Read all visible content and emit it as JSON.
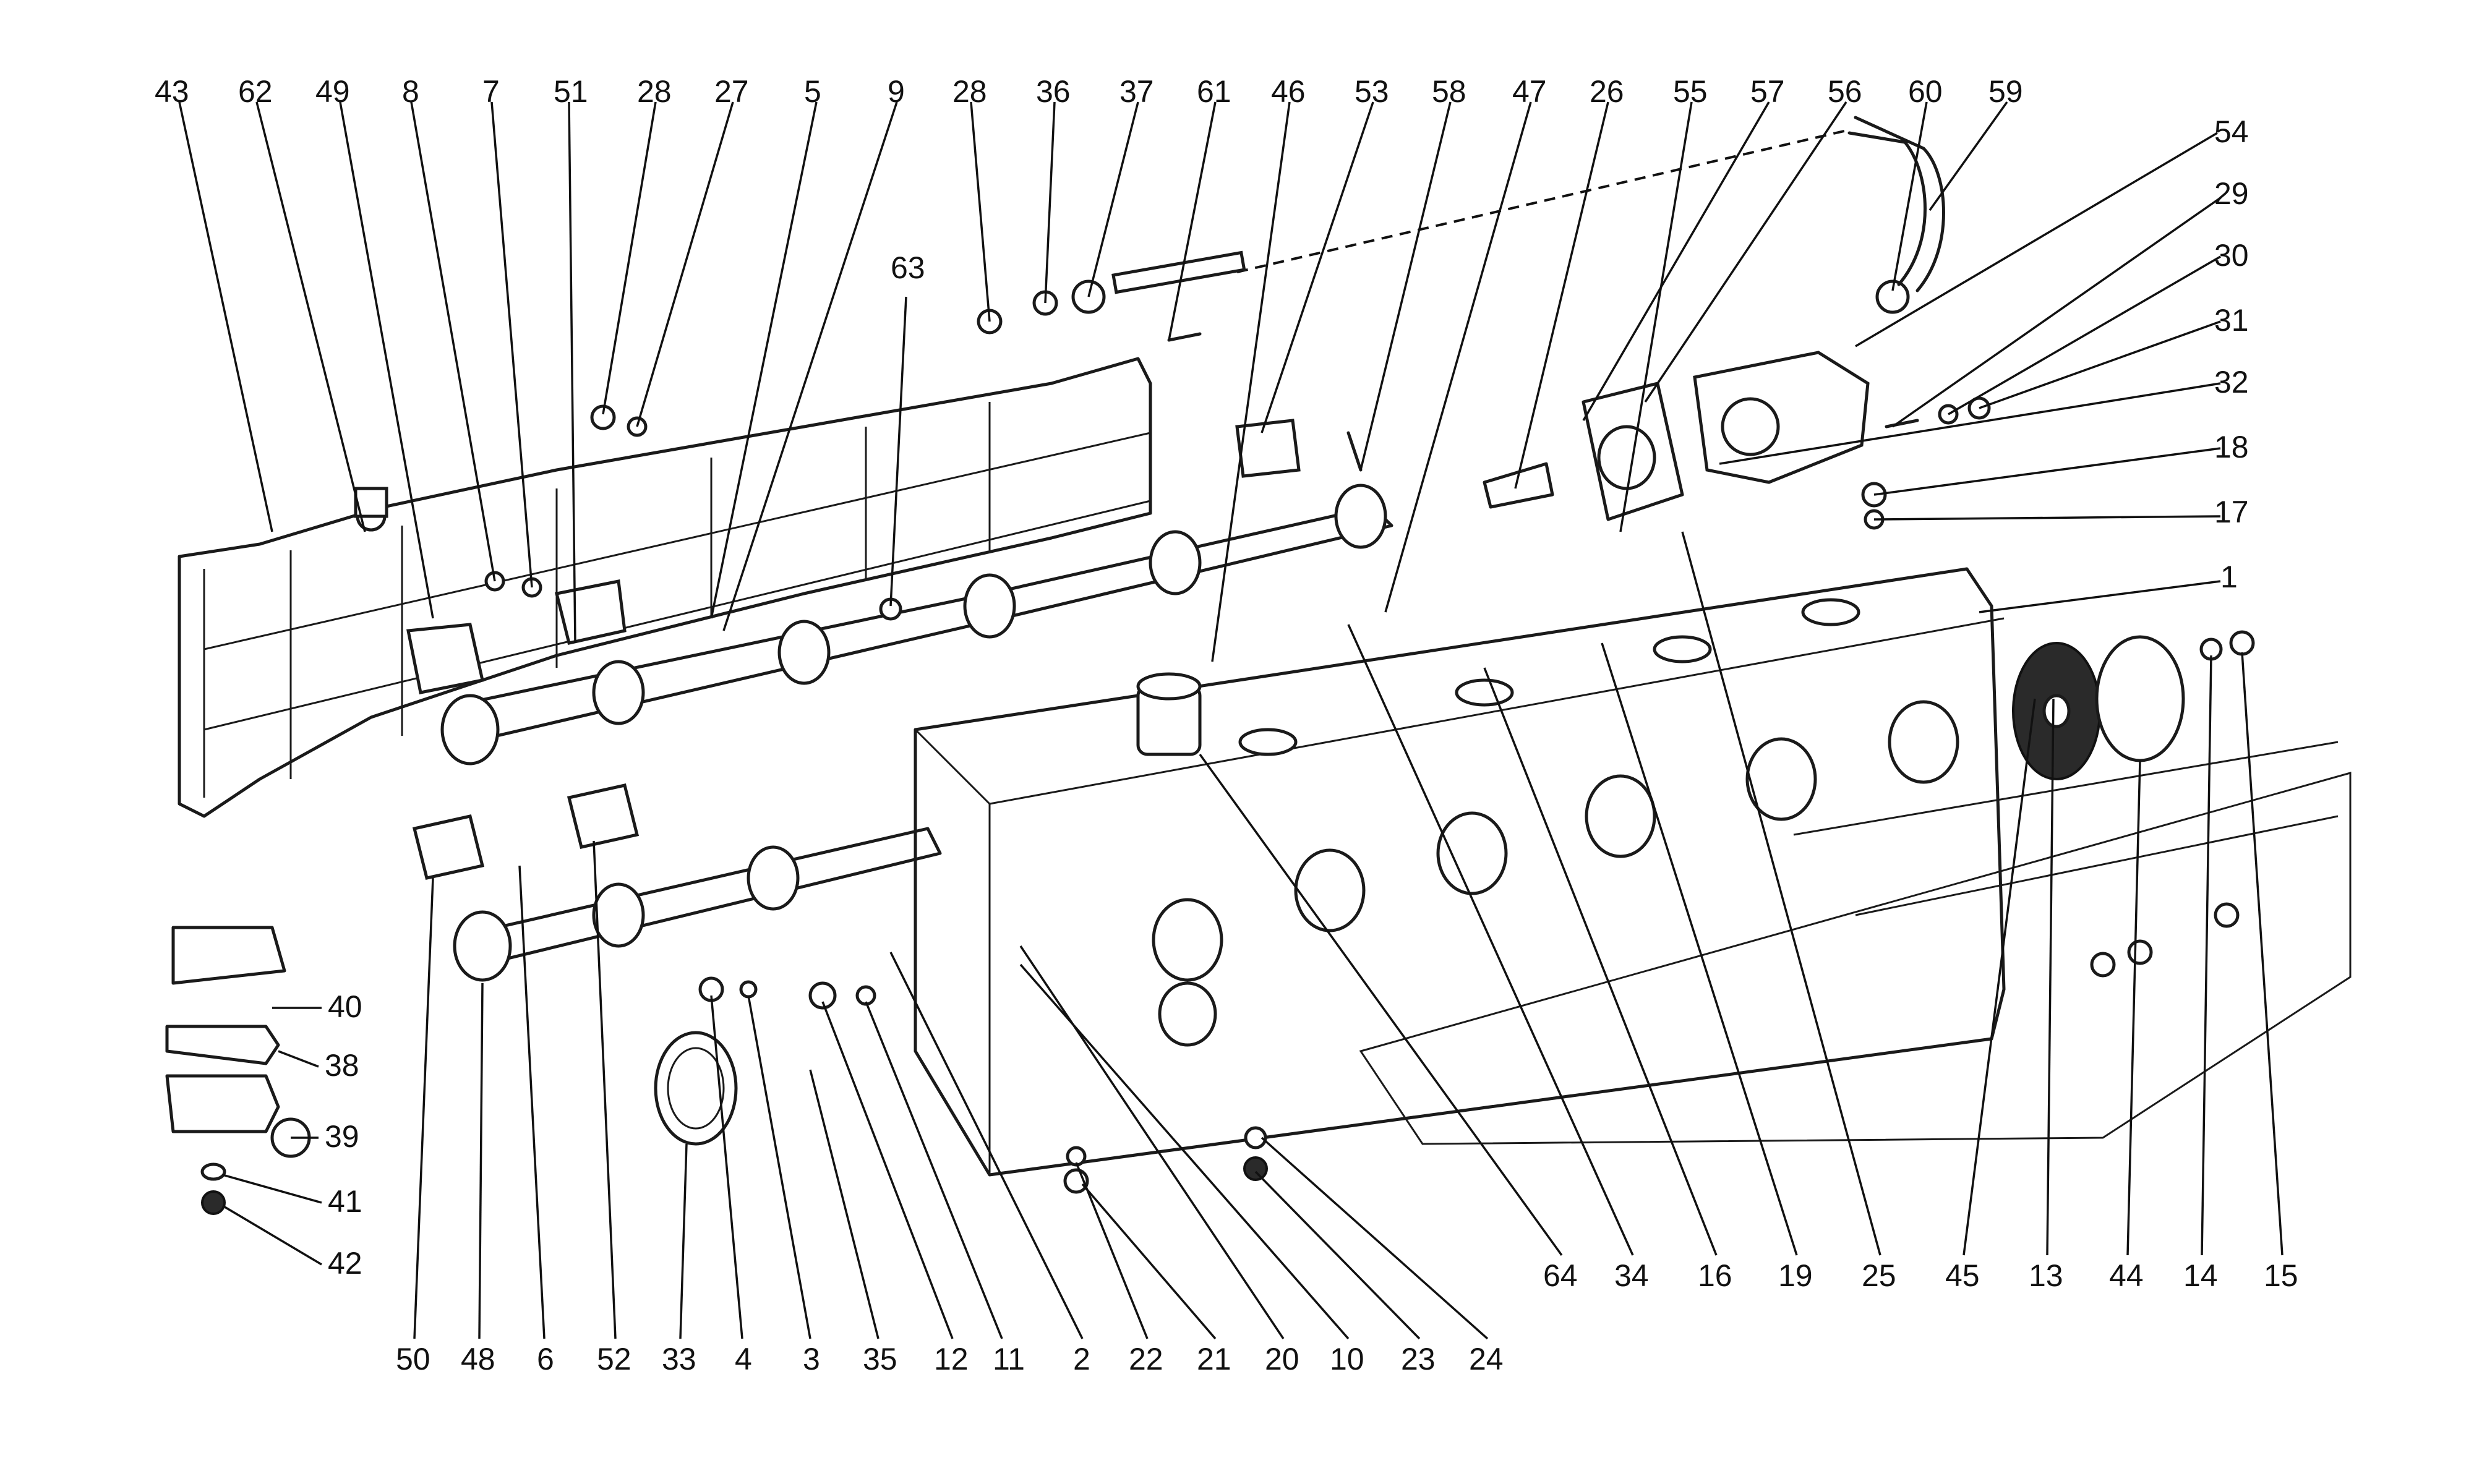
{
  "callouts_top": [
    "43",
    "62",
    "49",
    "8",
    "7",
    "51",
    "28",
    "27",
    "5",
    "9",
    "28",
    "36",
    "37",
    "61",
    "46",
    "53",
    "58",
    "47",
    "26",
    "55",
    "57",
    "56",
    "60",
    "59"
  ],
  "callouts_right": [
    "54",
    "29",
    "30",
    "31",
    "32",
    "18",
    "17",
    "1"
  ],
  "callouts_left": [
    "40",
    "38",
    "39",
    "41",
    "42"
  ],
  "callouts_bottom": [
    "50",
    "48",
    "6",
    "52",
    "33",
    "4",
    "3",
    "35",
    "12",
    "11",
    "2",
    "22",
    "21",
    "20",
    "10",
    "23",
    "24"
  ],
  "callouts_bottom_right": [
    "64",
    "34",
    "16",
    "19",
    "25",
    "45",
    "13",
    "44",
    "14",
    "15"
  ],
  "callout_63": "63"
}
